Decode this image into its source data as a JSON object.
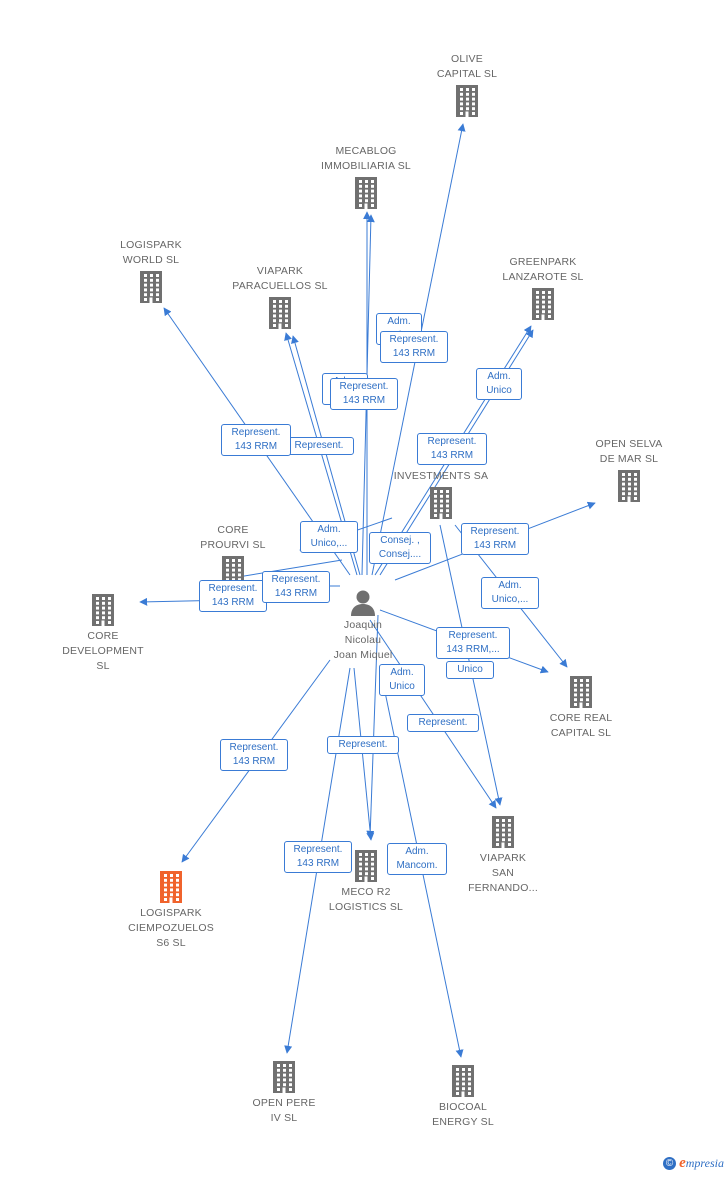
{
  "colors": {
    "edge": "#3a7bd5",
    "building": "#707070",
    "highlight": "#f0632c",
    "label_text": "#2f6fc4"
  },
  "person": {
    "name": "Joaquin\nNicolau\nJoan Miquel",
    "icon": "person-icon"
  },
  "companies": [
    {
      "id": "olive",
      "label": "OLIVE\nCAPITAL SL",
      "icon": "building-icon"
    },
    {
      "id": "mecablog",
      "label": "MECABLOG\nIMMOBILIARIA SL",
      "icon": "building-icon"
    },
    {
      "id": "logispark_world",
      "label": "LOGISPARK\nWORLD SL",
      "icon": "building-icon"
    },
    {
      "id": "viapark_paracuellos",
      "label": "VIAPARK\nPARACUELLOS SL",
      "icon": "building-icon"
    },
    {
      "id": "greenpark",
      "label": "GREENPARK\nLANZAROTE SL",
      "icon": "building-icon"
    },
    {
      "id": "open_selva",
      "label": "OPEN SELVA\nDE MAR SL",
      "icon": "building-icon"
    },
    {
      "id": "investments",
      "label": "INVESTMENTS SA",
      "icon": "building-icon"
    },
    {
      "id": "core_prourvi",
      "label": "CORE\nPROURVI SL",
      "icon": "building-icon"
    },
    {
      "id": "core_development",
      "label": "CORE\nDEVELOPMENT\nSL",
      "icon": "building-icon"
    },
    {
      "id": "core_real",
      "label": "CORE REAL\nCAPITAL SL",
      "icon": "building-icon"
    },
    {
      "id": "viapark_san",
      "label": "VIAPARK\nSAN\nFERNANDO...",
      "icon": "building-icon"
    },
    {
      "id": "meco",
      "label": "MECO R2\nLOGISTICS SL",
      "icon": "building-icon"
    },
    {
      "id": "logispark_ciemp",
      "label": "LOGISPARK\nCIEMPOZUELOS\nS6 SL",
      "icon": "building-icon",
      "highlight": true
    },
    {
      "id": "open_pere",
      "label": "OPEN PERE\nIV SL",
      "icon": "building-icon"
    },
    {
      "id": "biocoal",
      "label": "BIOCOAL\nENERGY SL",
      "icon": "building-icon"
    }
  ],
  "edge_labels": [
    "Adm.\nUnico",
    "Represent.\n143 RRM",
    "Adm.\nUnico",
    "Represent.\n143 RRM",
    "Adm.\nUnico",
    "Represent.\n143 RRM",
    "Represent.",
    "Represent.\n143 RRM",
    "Adm.\nUnico,...",
    "Consej. ,\nConsej....",
    "Represent.\n143 RRM",
    "Represent.\n143 RRM",
    "Represent.\n143 RRM",
    "Adm.\nUnico,...",
    "Represent.\n143 RRM,...",
    "Unico",
    "Adm.\nUnico",
    "Represent.",
    "Represent.\n143 RRM",
    "Represent.",
    "Represent.\n143 RRM",
    "Adm.\nMancom."
  ],
  "footer": {
    "copyright": "©",
    "brand_initial": "e",
    "brand_rest": "mpresia"
  }
}
